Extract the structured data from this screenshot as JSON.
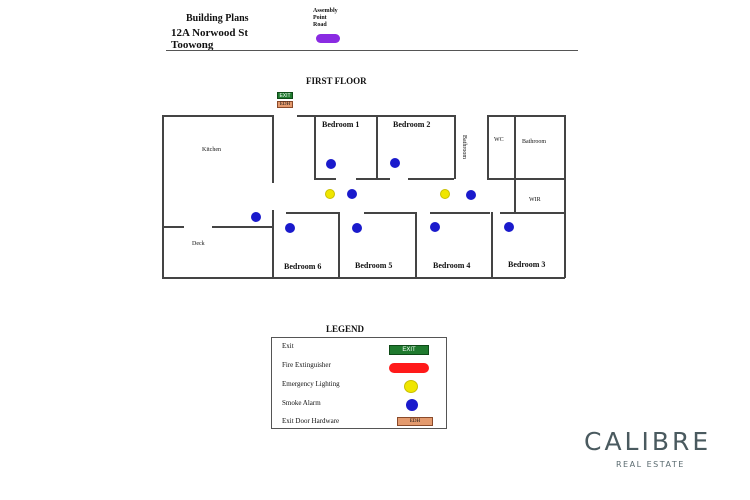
{
  "header": {
    "title": "Building Plans",
    "address_line1": "12A Norwood St",
    "address_line2": "Toowong",
    "assembly_label_1": "Assembly",
    "assembly_label_2": "Point",
    "assembly_label_3": "Road",
    "assembly_color": "#8a2be2"
  },
  "plan": {
    "floor_label": "FIRST FLOOR",
    "exit_sign_text": "EXIT",
    "edh_sign_text": "EDH",
    "rooms": {
      "kitchen": "Kitchen",
      "deck": "Deck",
      "bedroom1": "Bedroom 1",
      "bedroom2": "Bedroom 2",
      "bathroom_vertical": "Bathroom",
      "wc": "WC",
      "bathroom": "Bathroom",
      "wir": "WIR",
      "bedroom6": "Bedroom 6",
      "bedroom5": "Bedroom 5",
      "bedroom4": "Bedroom 4",
      "bedroom3": "Bedroom 3"
    }
  },
  "legend": {
    "title": "LEGEND",
    "items": [
      {
        "label": "Exit",
        "symbol": "exit-sign"
      },
      {
        "label": "Fire Extinguisher",
        "symbol": "red-oval"
      },
      {
        "label": "Emergency Lighting",
        "symbol": "yellow-circle"
      },
      {
        "label": "Smoke Alarm",
        "symbol": "blue-circle"
      },
      {
        "label": "Exit Door Hardware",
        "symbol": "edh-sign"
      }
    ],
    "exit_text": "EXIT",
    "edh_text": "EDH"
  },
  "colors": {
    "exit_green": "#1f7a2e",
    "extinguisher_red": "#ff1a1a",
    "emergency_yellow": "#f0e600",
    "smoke_blue": "#1a1acc",
    "edh_orange": "#e39a6e"
  },
  "brand": {
    "name": "CALIBRE",
    "tagline": "REAL ESTATE"
  }
}
